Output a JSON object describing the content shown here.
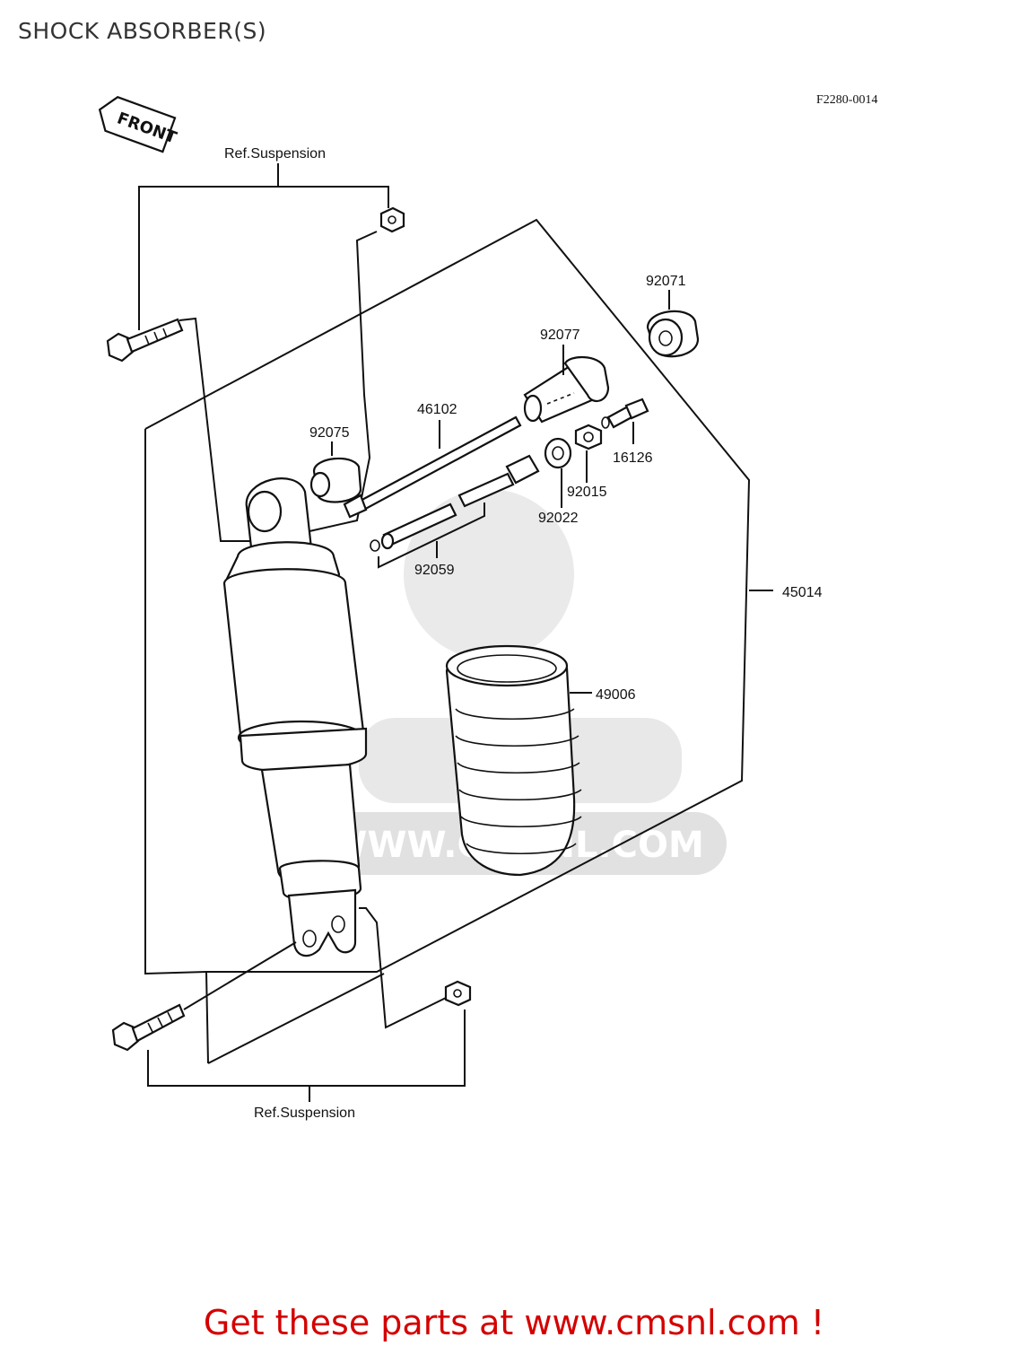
{
  "page": {
    "title": "SHOCK ABSORBER(S)"
  },
  "diagram": {
    "code": "F2280-0014",
    "front_marker": "FRONT",
    "ref_top": "Ref.Suspension",
    "ref_bottom": "Ref.Suspension",
    "parts": {
      "p92071": "92071",
      "p92077": "92077",
      "p46102": "46102",
      "p92075": "92075",
      "p16126": "16126",
      "p92015": "92015",
      "p92022": "92022",
      "p92059": "92059",
      "p45014": "45014",
      "p49006": "49006"
    },
    "watermark": {
      "text": "WWW.CMSNL.COM"
    }
  },
  "footer": {
    "text": "Get these parts at www.cmsnl.com !",
    "color": "#d40000"
  }
}
